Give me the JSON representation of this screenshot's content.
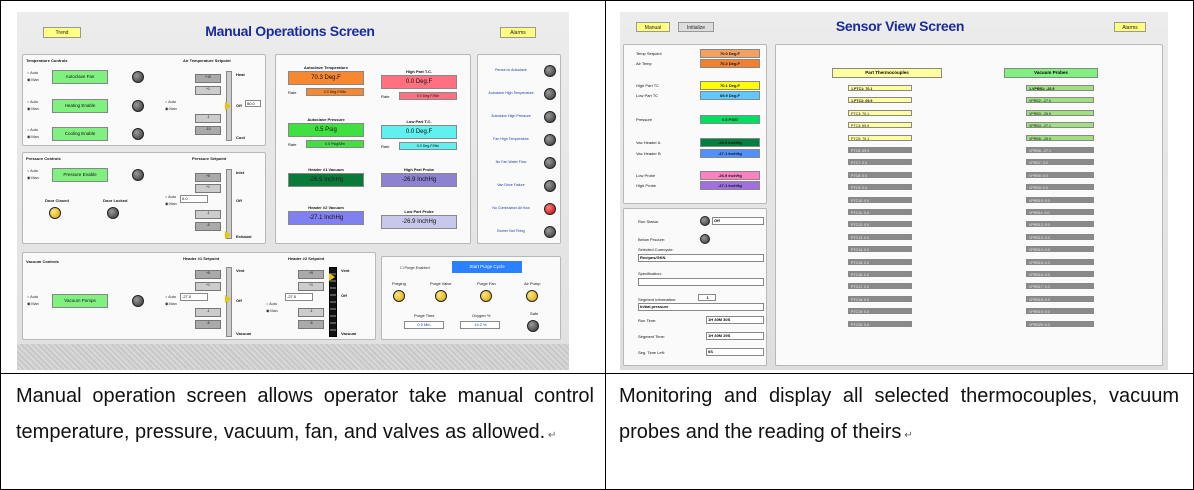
{
  "left": {
    "top_buttons": {
      "trend": "Trend",
      "alarms": "Alarms"
    },
    "title": "Manual Operations Screen",
    "temperature_controls": {
      "heading": "Temperature Controls",
      "auto": "Auto",
      "man": "Man",
      "autoclave_fan": "Autoclave Fan",
      "heating_enable": "Heating Enable",
      "cooling_enable": "Cooling Enable",
      "air_setpoint_label": "Air Temperature Setpoint",
      "heat": "Heat",
      "off": "Off",
      "cool": "Cool",
      "off_value": "50.0",
      "steps": [
        "+10",
        "+1",
        "-1",
        "-10"
      ]
    },
    "pressure_controls": {
      "heading": "Pressure Controls",
      "auto": "Auto",
      "man": "Man",
      "pressure_enable": "Pressure Enable",
      "door_closed": "Door Closed",
      "door_locked": "Door Locked",
      "setpoint_label": "Pressure Setpoint",
      "inlet": "Inlet",
      "off": "Off",
      "exhaust": "Exhaust",
      "value": "0.0",
      "steps": [
        "+5",
        "+1",
        "-1",
        "-5"
      ]
    },
    "vacuum_controls": {
      "heading": "Vacuum Controls",
      "auto": "Auto",
      "man": "Man",
      "vacuum_pumps": "Vacuum Pumps",
      "h1_label": "Header #1 Setpoint",
      "h2_label": "Header #2 Setpoint",
      "vent": "Vent",
      "off": "Off",
      "vacuum": "Vacuum",
      "h1_value": "-27.0",
      "h2_value": "-27.0",
      "steps": [
        "+5",
        "+1",
        "-1",
        "-5"
      ]
    },
    "readings": {
      "autoclave_temp_label": "Autoclave Temperature",
      "autoclave_temp": "70.3 Deg.F",
      "rate": "Rate",
      "autoclave_rate": "0.0 Deg.F/Min",
      "high_tc_label": "High Part T.C.",
      "high_tc": "0.0 Deg.F",
      "high_tc_rate": "0.0 Deg.F/Min",
      "autoclave_pressure_label": "Autoclave Pressure",
      "autoclave_pressure": "0.5 Psig",
      "pressure_rate": "0.0 Psig/Min",
      "low_tc_label": "Low Part T.C.",
      "low_tc": "0.0 Deg.F",
      "low_tc_rate": "0.0 Deg.F/Min",
      "header1_label": "Header #1 Vacuum",
      "header1": "-26.9 InchHg",
      "high_probe_label": "High Part Probe",
      "high_probe": "-26.9 InchHg",
      "header2_label": "Header #2 Vacuum",
      "header2": "-27.1 InchHg",
      "low_probe_label": "Low Part Probe",
      "low_probe": "-26.9 InchHg"
    },
    "alarms_list": [
      "Person in Autoclave",
      "Autoclave High Temperature",
      "Autoclave High Pressure",
      "Fan High Temperature",
      "No Fan Water Flow",
      "Van Drive Failure",
      "No Combustion Air flow",
      "Burner Not Firing"
    ],
    "purge": {
      "purge_enabled": "Purge Enabled",
      "start_purge": "Start Purge Cycle",
      "purging": "Purging",
      "purge_valve": "Purge Valve",
      "purge_fan": "Purge Fan",
      "air_pump": "Air Pump",
      "purge_time_label": "Purge Time",
      "purge_time": "0.0 Min.",
      "oxygen_label": "Oxygen %",
      "oxygen": "14.2 %",
      "safe": "Safe"
    }
  },
  "right": {
    "top_buttons": {
      "manual": "Manual",
      "initialize": "Initialize",
      "alarms": "Alarms"
    },
    "title": "Sensor View Screen",
    "summary": [
      {
        "label": "Temp Setpoint",
        "value": "70.0 Deg.F",
        "color": "#f4a060"
      },
      {
        "label": "Air Temp",
        "value": "70.2 Deg.F",
        "color": "#f08030"
      },
      {
        "label": "High Part TC",
        "value": "70.1 Deg.F",
        "color": "#ffff00"
      },
      {
        "label": "Low Part TC",
        "value": "69.9 Deg.F",
        "color": "#60c8ff"
      },
      {
        "label": "Pressure",
        "value": "0.5 PSIG",
        "color": "#00e060"
      },
      {
        "label": "Vac Header A",
        "value": "-26.9 InchHg",
        "color": "#008040"
      },
      {
        "label": "Vac Header B",
        "value": "-27.1 InchHg",
        "color": "#5090ff"
      },
      {
        "label": "Low Probe",
        "value": "-26.9 InchHg",
        "color": "#ff80c0"
      },
      {
        "label": "High Probe",
        "value": "-27.1 InchHg",
        "color": "#a070e0"
      }
    ],
    "status": {
      "run_status_label": "Run Status:",
      "run_status": "Off",
      "below_procure_label": "Below Procure:",
      "selected_curecycle_label": "Selected Curecycle:",
      "selected_curecycle": "Recipes/GKN",
      "specification_label": "Specification:",
      "segment_info_label": "Segment Information:",
      "segment_number": "1",
      "segment_info": "Initial pressure",
      "run_time_label": "Run Time:",
      "run_time": "1H 30M 30S",
      "segment_time_label": "Segment Time:",
      "segment_time": "1H 30M 29S",
      "seg_time_left_label": "Seg. Time Left:",
      "seg_time_left": "0S"
    },
    "part_thermocouples": {
      "heading": "Part Thermocouples",
      "rows": [
        "1.PTC1: 70.1",
        "1.PTC2: 69.9",
        "PTC3: 70.1",
        "PTC4: 69.9",
        "PTC5: 70.1",
        "PTC6: 69.9",
        "PTC7: 0.0",
        "PTC8: 0.0",
        "PTC9: 0.0",
        "PTC10: 0.0",
        "PTC11: 0.0",
        "PTC12: 0.0",
        "PTC13: 0.0",
        "PTC14: 0.0",
        "PTC15: 0.0",
        "PTC16: 0.0",
        "PTC17: 0.0",
        "PTC18: 0.0",
        "PTC19: 0.0",
        "PTC20: 0.0"
      ]
    },
    "vacuum_probes": {
      "heading": "Vacuum Probes",
      "rows": [
        "1.VPRB1: -26.9",
        "VPRB2: -27.0",
        "VPRB3: -26.9",
        "VPRB4: -27.1",
        "VPRB5: -26.9",
        "VPRB6: -27.1",
        "VPRB7: 0.0",
        "VPRB8: 0.0",
        "VPRB9: 0.0",
        "VPRB10: 0.0",
        "VPRB11: 0.0",
        "VPRB12: 0.0",
        "VPRB13: 0.0",
        "VPRB14: 0.0",
        "VPRB15: 0.0",
        "VPRB16: 0.0",
        "VPRB17: 0.0",
        "VPRB18: 0.0",
        "VPRB19: 0.0",
        "VPRB20: 0.0"
      ]
    }
  },
  "captions": {
    "left": "Manual operation screen allows operator take manual control temperature, pressure, vacuum, fan, and valves as allowed.",
    "right": "Monitoring and display all selected thermocouples, vacuum probes and the reading of theirs"
  }
}
